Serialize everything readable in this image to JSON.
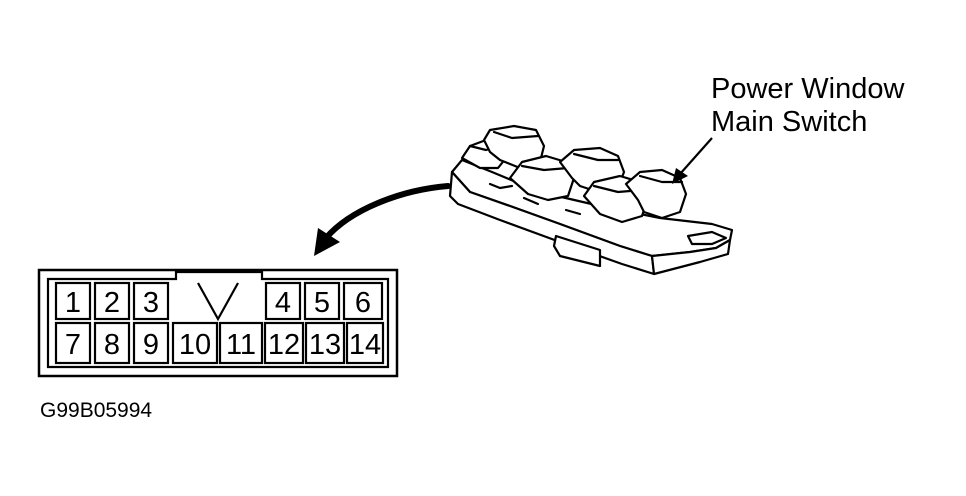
{
  "part_label": {
    "line1": "Power Window",
    "line2": "Main Switch"
  },
  "connector": {
    "top_row": [
      "1",
      "2",
      "3",
      "",
      "4",
      "5",
      "6"
    ],
    "bottom_row": [
      "7",
      "8",
      "9",
      "10",
      "11",
      "12",
      "13",
      "14"
    ]
  },
  "figure_code": "G99B05994",
  "colors": {
    "line": "#000000",
    "background": "#ffffff"
  }
}
